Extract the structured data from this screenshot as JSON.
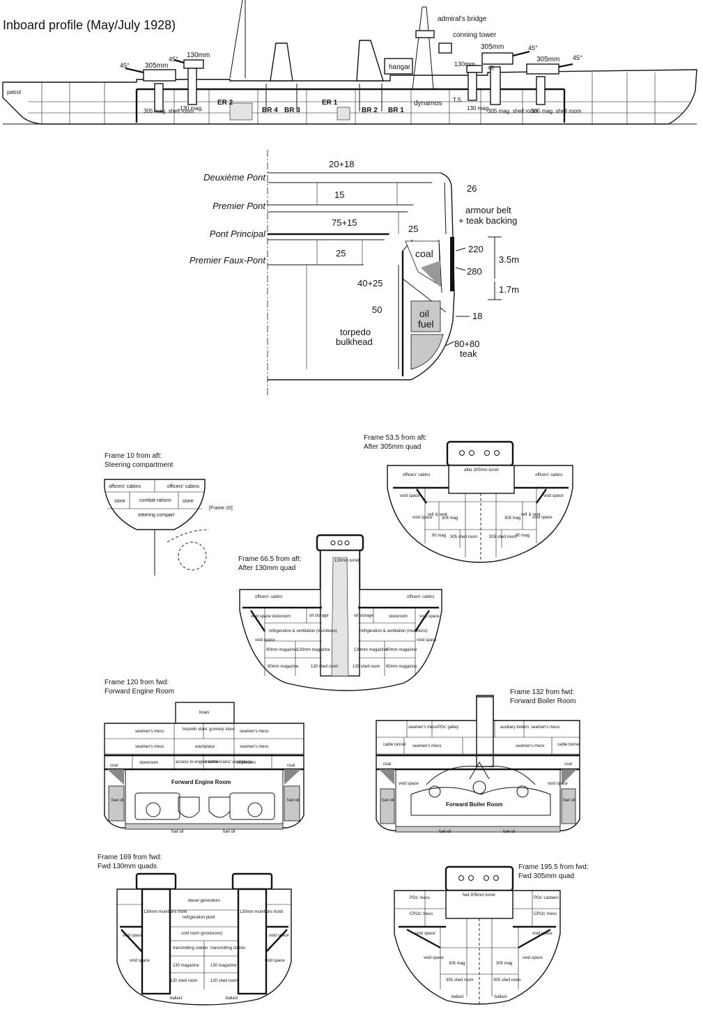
{
  "profile": {
    "title": "Inboard profile (May/July 1928)",
    "labels": {
      "petrol": "petrol",
      "shell_room_aft": "305 mag. shell room",
      "mag130_aft": "130 mag.",
      "er2": "ER 2",
      "br4": "BR 4",
      "br3": "BR 3",
      "er1": "ER 1",
      "br2": "BR 2",
      "br1": "BR 1",
      "dynamos": "dynamos",
      "ts": "T.S.",
      "mag130_fwd": "130 mag",
      "shell_room_fwd1": "305 mag. shell room",
      "shell_room_fwd2": "305 mag. shell room",
      "hangar": "hangar",
      "admirals_bridge": "admiral's bridge",
      "conning_tower": "conning tower",
      "gun_305_aft": "305mm",
      "gun_130_aft": "130mm",
      "gun_305_fwd1": "305mm",
      "gun_305_fwd2": "305mm",
      "gun_130_fwd": "130mm",
      "deg45_a": "45°",
      "deg45_b": "45°",
      "deg45_c": "45°",
      "deg45_d": "45°",
      "deg45_e": "45"
    }
  },
  "section": {
    "decks": {
      "deuxieme": "Deuxième Pont",
      "premier": "Premier Pont",
      "principal": "Pont Principal",
      "faux": "Premier Faux-Pont"
    },
    "dims": {
      "d1": "20+18",
      "d2": "15",
      "d3": "75+15",
      "d4": "25",
      "d5": "25",
      "d6": "26",
      "d7": "40+25",
      "d8": "50",
      "d9": "220",
      "d10": "280",
      "d11": "18",
      "d12": "80+80",
      "d12b": "teak",
      "h1": "3.5m",
      "h2": "1.7m"
    },
    "labels": {
      "armour": "armour belt",
      "armour2": "+ teak backing",
      "coal": "coal",
      "oil": "oil",
      "fuel": "fuel",
      "torpedo": "torpedo",
      "bulkhead": "bulkhead"
    }
  },
  "frames": {
    "f10": {
      "title": "Frame 10 from aft:",
      "subtitle": "Steering compartment",
      "officers1": "officers' cabins",
      "officers2": "officers' cabins",
      "store1": "store",
      "combat": "combat rations",
      "store2": "store",
      "steering": "steering compart",
      "frame20": "[Frame 20]"
    },
    "f53": {
      "title": "Frame 53.5 from aft:",
      "subtitle": "After 305mm quad",
      "turret": "after 305mm turret",
      "off1": "officers' cabins",
      "off2": "officers' cabins",
      "void1": "void space",
      "void2": "void space",
      "void3": "void space",
      "void4": "void space",
      "refr1": "refr & vent",
      "refr2": "refr & vent",
      "mag1": "305 mag",
      "mag2": "305 mag",
      "m90a": "90 mag",
      "m90b": "90 mag",
      "sr1": "305 shell room",
      "sr2": "305 shell room"
    },
    "f66": {
      "title": "Frame 66.5 from aft:",
      "subtitle": "After 130mm quad",
      "turret": "130mm turret",
      "off1": "officers' cabins",
      "off2": "officers' cabins",
      "void1": "void space",
      "void2": "void space",
      "void3": "void space",
      "void4": "void space",
      "store1": "storeroom",
      "store2": "storeroom",
      "oil1": "oil storage",
      "oil2": "oil storage",
      "refr1": "refrigeration & ventilation (munitions)",
      "refr2": "refrigeration & ventilation (munitions)",
      "m130a": "130mm magazine",
      "m130b": "130mm magazine",
      "m90a": "90mm magazine",
      "m90b": "90mm magazine",
      "m90c": "90mm magazine",
      "m90d": "90mm magazine",
      "sr1": "130 shell room",
      "sr2": "130 shell room"
    },
    "f120": {
      "title": "Frame 120 from fwd:",
      "subtitle": "Forward Engine Room",
      "boats": "boats",
      "mess1": "seamen's mess",
      "torp": "torpedo store",
      "gunnery": "gunnery store",
      "mess2": "seamen's mess",
      "mess3": "seamen's mess",
      "wash": "washplace",
      "mess4": "seamen's mess",
      "store1": "storeroom",
      "access": "access to engine room",
      "mech": "mechanicians' washplace",
      "store2": "storeroom",
      "coal1": "coal",
      "coal2": "coal",
      "room": "Forward Engine Room",
      "fuel1": "fuel oil",
      "fuel2": "fuel oil",
      "fuelb1": "fuel oil",
      "fuelb2": "fuel oil"
    },
    "f132": {
      "title": "Frame 132 from fwd:",
      "subtitle": "Forward Boiler Room",
      "mess1": "seamen's mess",
      "galley": "POs' galley",
      "aux": "auxiliary boilers",
      "mess2": "seamen's mess",
      "cable1": "cable tunnel",
      "mess3": "seamen's mess",
      "mess4": "seamen's mess",
      "cable2": "cable tunnel",
      "coal1": "coal",
      "coal2": "coal",
      "void1": "void space",
      "void2": "void space",
      "room": "Forward Boiler Room",
      "fuel1": "fuel oil",
      "fuel2": "fuel oil",
      "fuelb1": "fuel oil",
      "fuelb2": "fuel oil"
    },
    "f169": {
      "title": "Frame 169 from fwd:",
      "subtitle": "Fwd 130mm quads",
      "diesel": "diesel generators",
      "refr": "refrigeration plant",
      "trunk1": "130mm munitions trunk",
      "trunk2": "130mm munitions trunk",
      "cold": "cold room (provisions)",
      "void1": "void space",
      "void2": "void space",
      "void3": "void space",
      "void4": "void space",
      "tx1": "transmitting station",
      "tx2": "transmitting station",
      "mag1": "130 magazine",
      "mag2": "130 magazine",
      "sr1": "130 shell room",
      "sr2": "130 shell room",
      "ballast1": "ballast",
      "ballast2": "ballast"
    },
    "f195": {
      "title": "Frame 195.5 from fwd:",
      "subtitle": "Fwd 305mm quad",
      "turret": "fwd 305mm turret",
      "pos1": "POs' mess",
      "pos2": "POs' canteen",
      "cpo1": "CPOs' mess",
      "cpo2": "CPOs' mess",
      "void1": "void space",
      "void2": "void space",
      "void3": "void space",
      "void4": "void space",
      "mag1": "305 mag",
      "mag2": "305 mag",
      "sr1": "305 shell room",
      "sr2": "305 shell room",
      "ballast1": "ballast",
      "ballast2": "ballast"
    }
  }
}
